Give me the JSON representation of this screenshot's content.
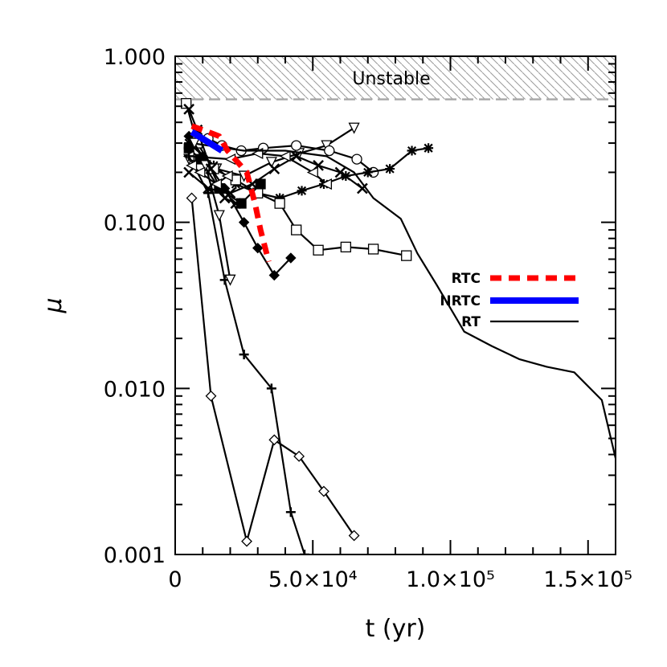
{
  "chart_data": {
    "type": "line",
    "title": "",
    "xlabel": "t (yr)",
    "ylabel": "μ",
    "x_scale": "linear",
    "y_scale": "log",
    "xlim": [
      0,
      160000
    ],
    "ylim": [
      0.001,
      1.0
    ],
    "x_ticks": [
      {
        "value": 0,
        "label": "0"
      },
      {
        "value": 50000,
        "label": "5.0×10⁴"
      },
      {
        "value": 100000,
        "label": "1.0×10⁵"
      },
      {
        "value": 150000,
        "label": "1.5×10⁵"
      }
    ],
    "y_ticks": [
      {
        "value": 0.001,
        "label": "0.001"
      },
      {
        "value": 0.01,
        "label": "0.010"
      },
      {
        "value": 0.1,
        "label": "0.100"
      },
      {
        "value": 1.0,
        "label": "1.000"
      }
    ],
    "unstable_region": {
      "label": "Unstable",
      "y_min": 0.55,
      "y_max": 1.0
    },
    "grid": false,
    "legend": {
      "position": "right",
      "entries": [
        {
          "label": "RTC",
          "color": "#ff0000",
          "style": "dashed-thick"
        },
        {
          "label": "NRTC",
          "color": "#0000ff",
          "style": "solid-thick"
        },
        {
          "label": "RT",
          "color": "#000000",
          "style": "solid-thin"
        }
      ]
    },
    "series": [
      {
        "name": "RTC",
        "group": "RTC",
        "marker": "none",
        "x": [
          6000,
          12000,
          16000,
          19000,
          26000,
          29000,
          31000,
          34000
        ],
        "y": [
          0.38,
          0.35,
          0.33,
          0.27,
          0.2,
          0.13,
          0.09,
          0.058
        ]
      },
      {
        "name": "NRTC",
        "group": "NRTC",
        "marker": "none",
        "x": [
          6000,
          17000
        ],
        "y": [
          0.35,
          0.27
        ]
      },
      {
        "group": "RT",
        "marker": "triangle-down",
        "x": [
          5000,
          15000,
          25000,
          35000,
          45000,
          55000,
          65000
        ],
        "y": [
          0.24,
          0.21,
          0.19,
          0.23,
          0.26,
          0.29,
          0.37
        ]
      },
      {
        "group": "RT",
        "marker": "circle",
        "x": [
          5000,
          12000,
          17000,
          24000,
          32000,
          44000,
          56000,
          66000,
          72000
        ],
        "y": [
          0.28,
          0.32,
          0.29,
          0.27,
          0.28,
          0.29,
          0.27,
          0.24,
          0.2
        ]
      },
      {
        "group": "RT",
        "marker": "asterisk",
        "x": [
          5000,
          14000,
          22000,
          30000,
          38000,
          46000,
          54000,
          62000,
          70000,
          78000,
          86000,
          92000
        ],
        "y": [
          0.3,
          0.22,
          0.17,
          0.15,
          0.14,
          0.155,
          0.17,
          0.19,
          0.2,
          0.21,
          0.27,
          0.28
        ]
      },
      {
        "group": "RT",
        "marker": "x",
        "x": [
          5000,
          12000,
          20000,
          28000,
          36000,
          44000,
          52000,
          60000,
          68000
        ],
        "y": [
          0.2,
          0.16,
          0.15,
          0.17,
          0.21,
          0.25,
          0.22,
          0.2,
          0.16
        ]
      },
      {
        "group": "RT",
        "marker": "square-open",
        "x": [
          4000,
          8000,
          14000,
          22000,
          30000,
          38000,
          44000,
          52000,
          62000,
          72000,
          84000
        ],
        "y": [
          0.52,
          0.3,
          0.21,
          0.18,
          0.15,
          0.13,
          0.09,
          0.068,
          0.071,
          0.069,
          0.063
        ]
      },
      {
        "group": "RT",
        "marker": "square-filled",
        "x": [
          5000,
          9000,
          16000,
          24000,
          31000
        ],
        "y": [
          0.28,
          0.24,
          0.16,
          0.13,
          0.17
        ]
      },
      {
        "group": "RT",
        "marker": "diamond-filled",
        "x": [
          5000,
          10000,
          18000,
          25000,
          30000,
          36000,
          42000
        ],
        "y": [
          0.33,
          0.25,
          0.16,
          0.1,
          0.07,
          0.048,
          0.061
        ]
      },
      {
        "group": "RT",
        "marker": "triangle-left",
        "x": [
          5000,
          20000,
          30000,
          40000,
          50000,
          55000
        ],
        "y": [
          0.25,
          0.24,
          0.26,
          0.25,
          0.2,
          0.17
        ]
      },
      {
        "group": "RT",
        "marker": "none",
        "x": [
          6000,
          25000,
          40000,
          55000,
          65000,
          72000,
          82000,
          88000,
          95000,
          105000,
          115000,
          125000,
          135000,
          145000,
          155000,
          160000
        ],
        "y": [
          0.3,
          0.27,
          0.27,
          0.25,
          0.2,
          0.14,
          0.105,
          0.065,
          0.042,
          0.022,
          0.018,
          0.015,
          0.0135,
          0.0125,
          0.0085,
          0.0038
        ]
      },
      {
        "group": "RT",
        "marker": "plus",
        "x": [
          5000,
          12000,
          18000,
          25000,
          35000,
          42000,
          47000
        ],
        "y": [
          0.25,
          0.15,
          0.045,
          0.016,
          0.01,
          0.0018,
          0.001
        ]
      },
      {
        "group": "RT",
        "marker": "diamond-open",
        "x": [
          6000,
          13000,
          26000,
          36000,
          45000,
          54000,
          65000
        ],
        "y": [
          0.14,
          0.009,
          0.0012,
          0.0049,
          0.0039,
          0.0024,
          0.0013
        ]
      },
      {
        "group": "RT",
        "marker": "triangle-down",
        "x": [
          7000,
          11000,
          16000,
          20000
        ],
        "y": [
          0.3,
          0.22,
          0.11,
          0.045
        ]
      },
      {
        "group": "RT",
        "marker": "x",
        "x": [
          5000,
          8000,
          13000,
          18000,
          22000
        ],
        "y": [
          0.48,
          0.36,
          0.21,
          0.14,
          0.13
        ]
      },
      {
        "group": "RT",
        "marker": "triangle-left",
        "x": [
          6000,
          9000,
          15000,
          19000
        ],
        "y": [
          0.22,
          0.2,
          0.17,
          0.19
        ]
      }
    ]
  }
}
